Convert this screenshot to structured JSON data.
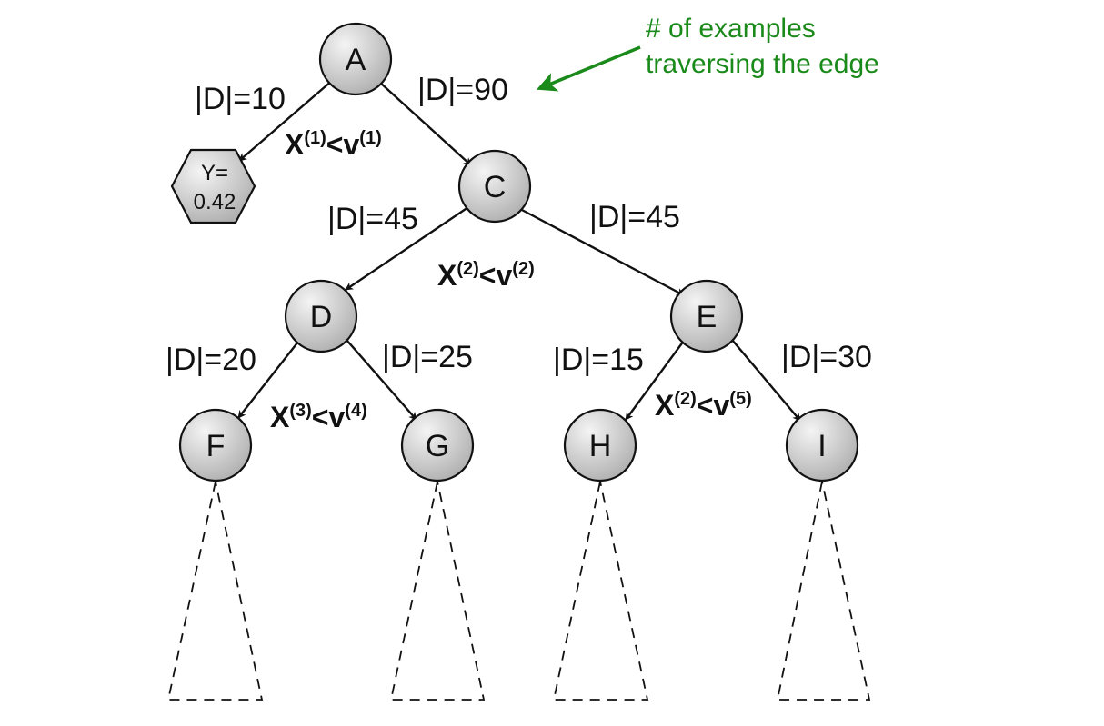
{
  "colors": {
    "node_fill_light": "#f2f2f2",
    "node_fill_dark": "#b3b3b3",
    "stroke": "#111111",
    "annotation": "#1a8a1a"
  },
  "annotation": {
    "line1": "# of examples",
    "line2": "traversing the edge"
  },
  "root": {
    "label": "A"
  },
  "leaf_prediction": {
    "line1": "Y=",
    "line2": "0.42"
  },
  "nodes": {
    "C": "C",
    "D": "D",
    "E": "E",
    "F": "F",
    "G": "G",
    "H": "H",
    "I": "I"
  },
  "edge_counts": {
    "A_leaf": "|D|=10",
    "A_C": "|D|=90",
    "C_D": "|D|=45",
    "C_E": "|D|=45",
    "D_F": "|D|=20",
    "D_G": "|D|=25",
    "E_H": "|D|=15",
    "E_I": "|D|=30"
  },
  "splits": {
    "A": {
      "var": "X",
      "var_sup": "(1)",
      "op": "<",
      "val": "v",
      "val_sup": "(1)"
    },
    "C": {
      "var": "X",
      "var_sup": "(2)",
      "op": "<",
      "val": "v",
      "val_sup": "(2)"
    },
    "D": {
      "var": "X",
      "var_sup": "(3)",
      "op": "<",
      "val": "v",
      "val_sup": "(4)"
    },
    "E": {
      "var": "X",
      "var_sup": "(2)",
      "op": "<",
      "val": "v",
      "val_sup": "(5)"
    }
  }
}
